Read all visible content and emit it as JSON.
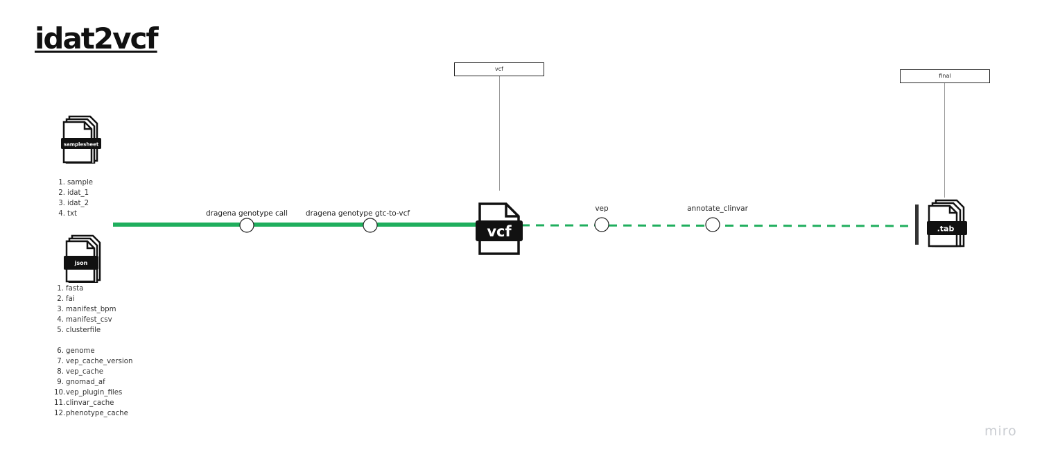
{
  "title": "idat2vcf",
  "colors": {
    "pipeline": "#1fae5d",
    "ink": "#111111",
    "muted": "#c9ccd1"
  },
  "inputs": {
    "samplesheet": {
      "icon": "document-stack-icon",
      "label": "samplesheet",
      "items": [
        {
          "num": "1.",
          "text": "sample"
        },
        {
          "num": "2.",
          "text": "idat_1"
        },
        {
          "num": "3.",
          "text": "idat_2"
        },
        {
          "num": "4.",
          "text": "txt"
        }
      ]
    },
    "json": {
      "icon": "document-stack-icon",
      "label": "json",
      "items_group1": [
        {
          "num": "1.",
          "text": "fasta"
        },
        {
          "num": "2.",
          "text": "fai"
        },
        {
          "num": "3.",
          "text": "manifest_bpm"
        },
        {
          "num": "4.",
          "text": "manifest_csv"
        },
        {
          "num": "5.",
          "text": "clusterfile"
        }
      ],
      "items_group2": [
        {
          "num": "6.",
          "text": "genome"
        },
        {
          "num": "7.",
          "text": "vep_cache_version"
        },
        {
          "num": "8.",
          "text": "vep_cache"
        },
        {
          "num": "9.",
          "text": "gnomad_af"
        },
        {
          "num": "10.",
          "text": "vep_plugin_files"
        },
        {
          "num": "11.",
          "text": "clinvar_cache"
        },
        {
          "num": "12.",
          "text": "phenotype_cache"
        }
      ]
    }
  },
  "steps": [
    {
      "label": "dragena genotype call",
      "line": "solid"
    },
    {
      "label": "dragena genotype gtc-to-vcf",
      "line": "solid"
    },
    {
      "label": "vep",
      "line": "dashed"
    },
    {
      "label": "annotate_clinvar",
      "line": "dashed"
    }
  ],
  "outputs": {
    "vcf": {
      "icon_label": "vcf",
      "box_label": "vcf"
    },
    "final": {
      "icon_label": ".tab",
      "box_label": "final"
    }
  },
  "watermark": "miro"
}
